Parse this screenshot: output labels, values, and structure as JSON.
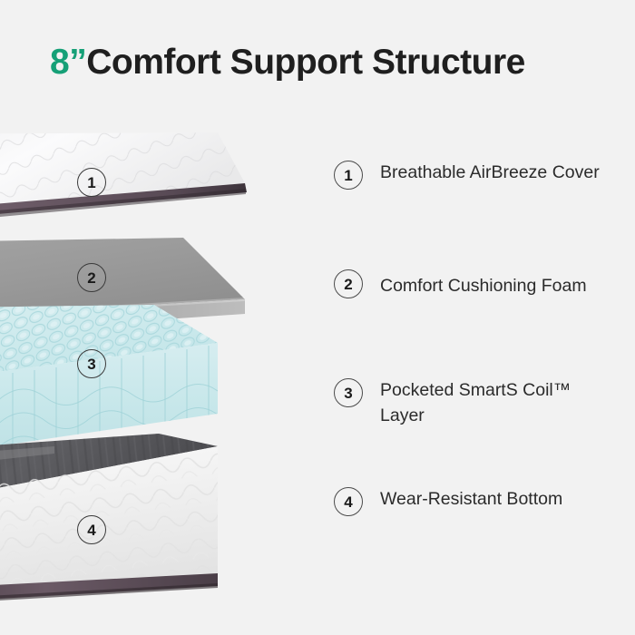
{
  "page": {
    "background_color": "#f2f2f2"
  },
  "header": {
    "size_prefix": "8”",
    "title_rest": "Comfort Support Structure",
    "accent_color": "#16a077",
    "text_color": "#1f1f1f"
  },
  "diagram": {
    "alt": "Exploded view of a mattress showing four stacked layers",
    "layers": [
      {
        "number": "1",
        "name": "Breathable AirBreeze Cover",
        "appearance": "thin white quilted cover panel with dark purple piping edge",
        "fill_color": "#f6f6f7",
        "edge_color": "#5c4c57"
      },
      {
        "number": "2",
        "name": "Comfort Cushioning Foam",
        "appearance": "gray foam slab",
        "fill_color": "#9b9b9b",
        "edge_color": "#858585"
      },
      {
        "number": "3",
        "name": "Pocketed SmartS Coil™ Layer",
        "appearance": "pale mint pocketed coil array",
        "fill_color": "#cfe9ec",
        "edge_color": "#b6dce0"
      },
      {
        "number": "4",
        "name": "Wear-Resistant Bottom",
        "appearance": "white base with dark gray top surface and purple edge trim",
        "fill_color": "#f3f3f3",
        "top_color": "#5a5a5e",
        "edge_color": "#5c4c57"
      }
    ]
  },
  "legend": {
    "items": [
      {
        "number": "1",
        "label": "Breathable AirBreeze Cover"
      },
      {
        "number": "2",
        "label": "Comfort Cushioning Foam"
      },
      {
        "number": "3",
        "label": "Pocketed SmartS Coil™ Layer"
      },
      {
        "number": "4",
        "label": "Wear-Resistant Bottom"
      }
    ]
  }
}
